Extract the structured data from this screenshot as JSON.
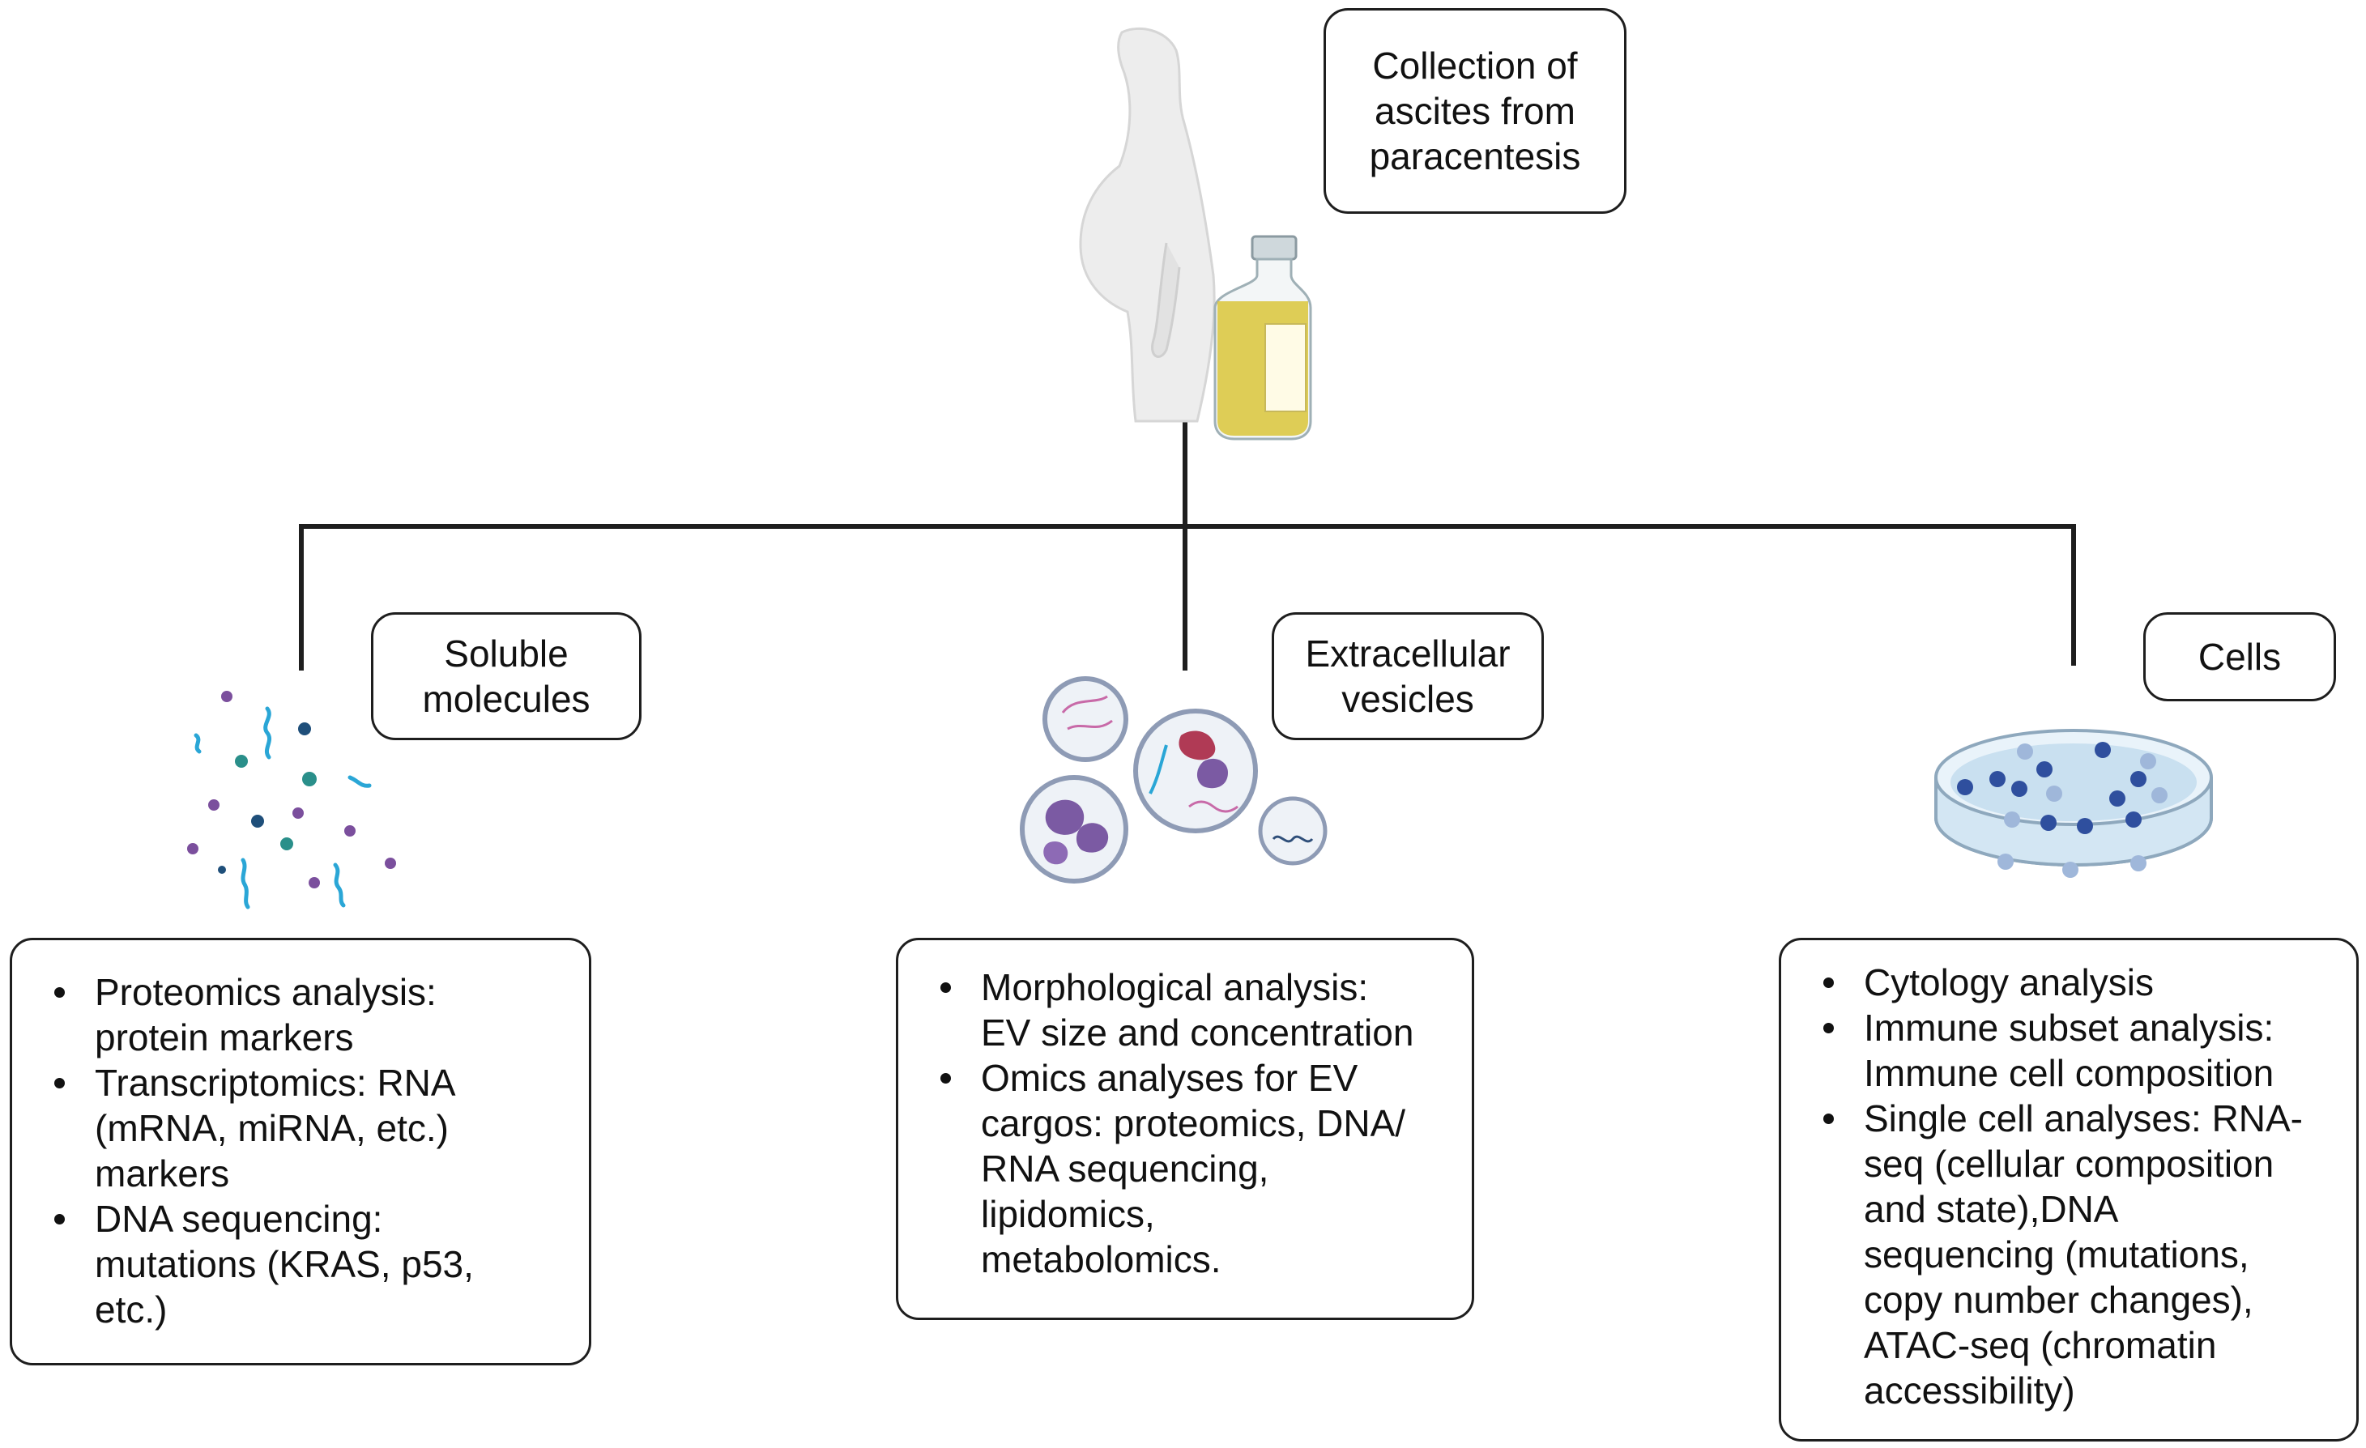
{
  "source": {
    "label": "Collection of\nascites from\nparacentesis",
    "icons": [
      "patient-silhouette",
      "ascites-fluid-bottle"
    ]
  },
  "branches": [
    {
      "id": "soluble",
      "label": "Soluble\nmolecules",
      "icon": "soluble-molecules",
      "items": [
        "Proteomics analysis:\nprotein markers",
        "Transcriptomics: RNA\n(mRNA, miRNA, etc.)\nmarkers",
        "DNA sequencing:\nmutations (KRAS, p53,\netc.)"
      ]
    },
    {
      "id": "ev",
      "label": "Extracellular\nvesicles",
      "icon": "extracellular-vesicles",
      "items": [
        "Morphological analysis:\nEV size and concentration",
        "Omics analyses for EV\ncargos: proteomics, DNA/\nRNA sequencing,\nlipidomics,\nmetabolomics."
      ]
    },
    {
      "id": "cells",
      "label": "Cells",
      "icon": "petri-dish-cells",
      "items": [
        "Cytology analysis",
        "Immune subset analysis:\nImmune cell composition",
        "Single cell analyses: RNA-\nseq (cellular composition\nand state),DNA\nsequencing (mutations,\ncopy number changes),\nATAC-seq (chromatin\naccessibility)"
      ]
    }
  ],
  "colors": {
    "line": "#1e1e1e",
    "body": "#ededed",
    "fluid": "#d9c63a",
    "molecule_blue": "#2aa6d6",
    "molecule_purple": "#7b4f9d",
    "molecule_teal": "#2a8f8a",
    "dish": "#cfe6f2",
    "cell_dark": "#2f4f9e",
    "cell_light": "#9fb7da"
  }
}
